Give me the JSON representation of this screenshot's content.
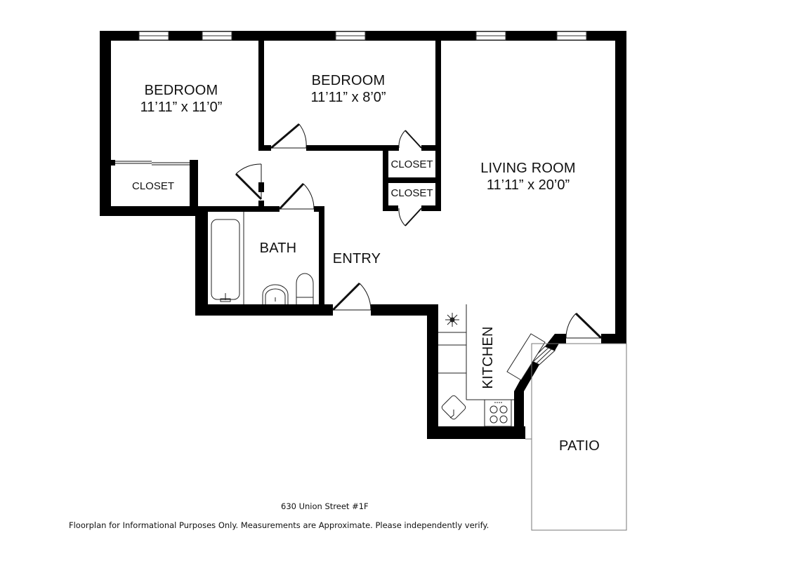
{
  "floorplan": {
    "rooms": [
      {
        "id": "bedroom-1",
        "name": "BEDROOM",
        "dimensions": "11’11” x 11’0”"
      },
      {
        "id": "bedroom-2",
        "name": "BEDROOM",
        "dimensions": "11’11” x 8’0”"
      },
      {
        "id": "living-room",
        "name": "LIVING ROOM",
        "dimensions": "11’11” x 20’0”"
      },
      {
        "id": "closet-1",
        "name": "CLOSET"
      },
      {
        "id": "closet-2",
        "name": "CLOSET"
      },
      {
        "id": "closet-3",
        "name": "CLOSET"
      },
      {
        "id": "bath",
        "name": "BATH"
      },
      {
        "id": "entry",
        "name": "ENTRY"
      },
      {
        "id": "kitchen",
        "name": "KITCHEN"
      },
      {
        "id": "patio",
        "name": "PATIO"
      }
    ],
    "fixtures": [
      "bathtub-icon",
      "sink-icon",
      "toilet-icon",
      "refrigerator-icon",
      "kitchen-sink-icon",
      "stove-icon"
    ],
    "colors": {
      "wall": "#000000",
      "line": "#333333",
      "background": "#ffffff"
    }
  },
  "footer": {
    "address": "630 Union Street #1F",
    "disclaimer": "Floorplan for Informational Purposes Only.  Measurements are Approximate.  Please independently verify."
  }
}
